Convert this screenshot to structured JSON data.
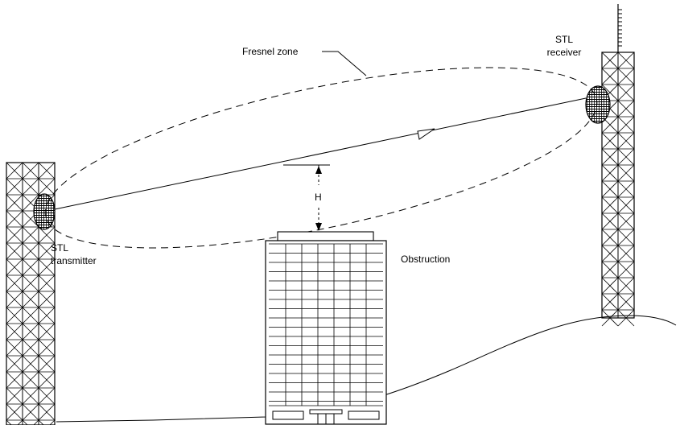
{
  "labels": {
    "fresnel_zone": "Fresnel zone",
    "receiver_line1": "STL",
    "receiver_line2": "receiver",
    "transmitter_line1": "STL",
    "transmitter_line2": "transmitter",
    "clearance": "H",
    "obstruction": "Obstruction"
  },
  "colors": {
    "line": "#000000",
    "background": "#ffffff"
  }
}
